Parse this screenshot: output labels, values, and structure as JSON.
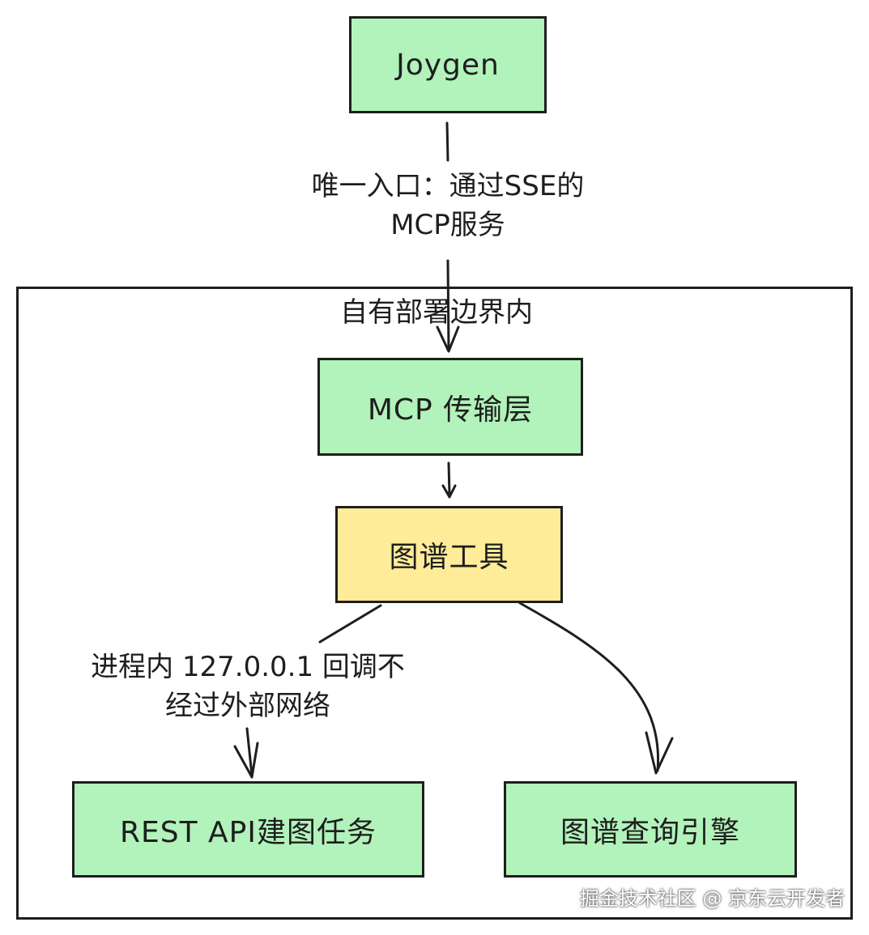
{
  "nodes": {
    "joygen": "Joygen",
    "mcp_transport": "MCP 传输层",
    "graph_tools": "图谱工具",
    "rest_api": "REST API建图任务",
    "graph_query": "图谱查询引擎"
  },
  "boundary": {
    "label": "自有部署边界内"
  },
  "edges": {
    "entry_label_line1": "唯一入口：通过SSE的",
    "entry_label_line2": "MCP服务",
    "callback_label_line1": "进程内 127.0.0.1 回调不",
    "callback_label_line2": "经过外部网络"
  },
  "watermark": "掘金技术社区 @ 京东云开发者",
  "colors": {
    "green_fill": "#b2f2bb",
    "yellow_fill": "#ffec99",
    "stroke": "#1e1e1e"
  }
}
